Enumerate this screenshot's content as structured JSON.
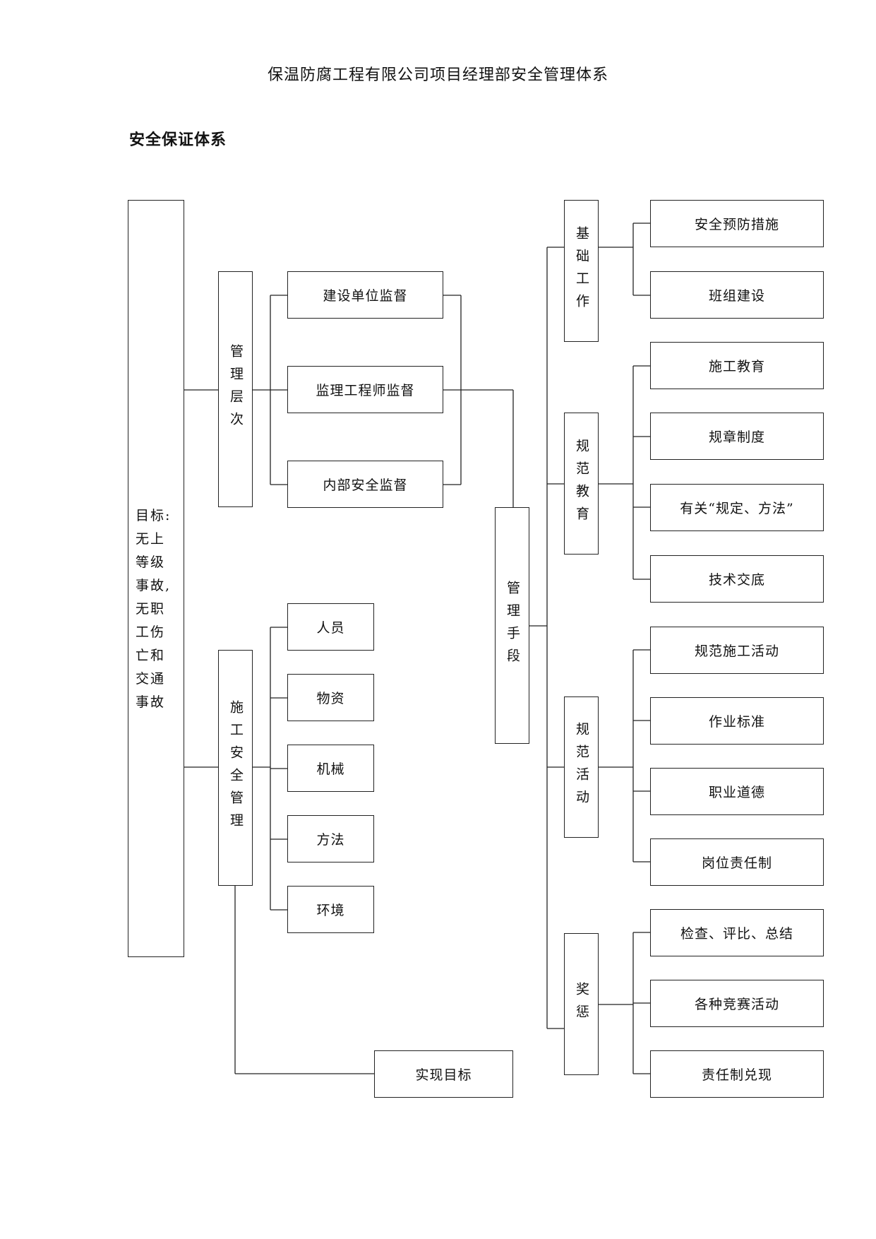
{
  "document": {
    "title": "保温防腐工程有限公司项目经理部安全管理体系",
    "section_title": "安全保证体系"
  },
  "goal": {
    "text": "目标:\n无上等级事故,无职工伤亡和交通事故"
  },
  "management_levels": {
    "label": "管理层次",
    "items": [
      "建设单位监督",
      "监理工程师监督",
      "内部安全监督"
    ]
  },
  "construction_safety": {
    "label": "施工安全管理",
    "items": [
      "人员",
      "物资",
      "机械",
      "方法",
      "环境"
    ]
  },
  "management_means": {
    "label": "管理手段"
  },
  "achieve_goal": {
    "label": "实现目标"
  },
  "right_groups": [
    {
      "label": "基础工作",
      "items": [
        "安全预防措施",
        "班组建设"
      ]
    },
    {
      "label": "规范教育",
      "items": [
        "施工教育",
        "规章制度",
        "有关“规定、方法”",
        "技术交底"
      ]
    },
    {
      "label": "规范活动",
      "items": [
        "规范施工活动",
        "作业标准",
        "职业道德",
        "岗位责任制"
      ]
    },
    {
      "label": "奖惩",
      "items": [
        "检查、评比、总结",
        "各种竞赛活动",
        "责任制兑现"
      ]
    }
  ]
}
